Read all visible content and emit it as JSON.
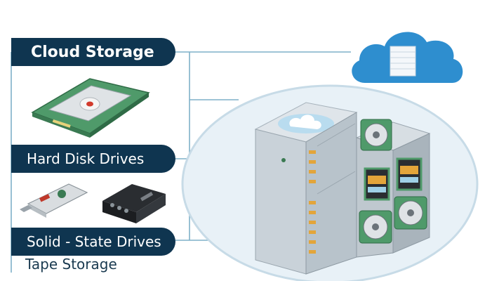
{
  "categories": [
    {
      "label": "Cloud Storage"
    },
    {
      "label": "Hard Disk Drives"
    },
    {
      "label": "Solid - State Drives"
    },
    {
      "label": "Tape Storage"
    }
  ],
  "colors": {
    "tab_background": "#0f3550",
    "connector_line": "#7fb0c8",
    "cloud": "#2e8ecf",
    "pcb_green": "#4f9a6a"
  },
  "icons": [
    "cloud-icon",
    "document-stack-icon",
    "hard-disk-icon",
    "usb-drive-icon",
    "ssd-icon",
    "server-icon",
    "fan-icon",
    "chip-icon"
  ]
}
